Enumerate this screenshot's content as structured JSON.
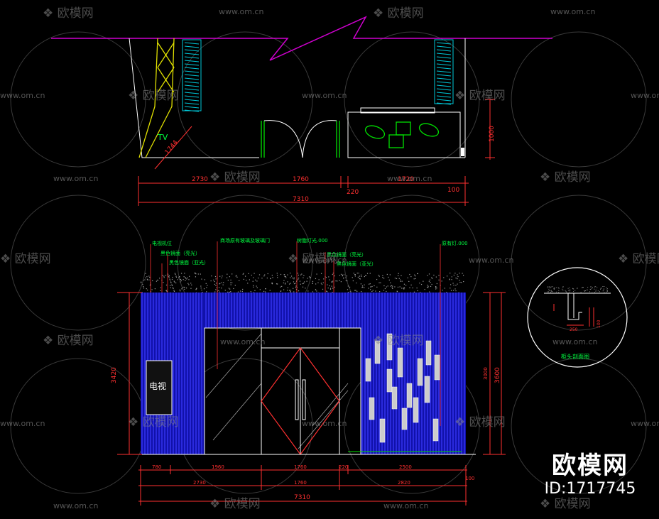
{
  "plan": {
    "tv_label": "TV",
    "diag_dim": "1744",
    "dims_top": [
      "2730",
      "1760",
      "1720"
    ],
    "dim_220": "220",
    "dim_100": "100",
    "dim_total": "7310",
    "dim_right": "1000"
  },
  "elevation": {
    "annotations": {
      "tv_position": "电视机位",
      "note_a": "黑色镜面（亮光）",
      "note_b": "黑色镜面（亚光）",
      "mall_door": "商场原有玻璃及玻璃门",
      "glass_strip": "树脂灯光.000",
      "note_c": "黑色镜面（亮光）",
      "note_d": "黑色镜面（亚光）",
      "light_box": "原有灯.000"
    },
    "tv_text": "电视",
    "left_height": "3420",
    "right_height": "3600",
    "right_inner": "3000",
    "dims_row1": [
      "780",
      "1960",
      "1760",
      "220",
      "2500"
    ],
    "dims_row2": [
      "2730",
      "1760",
      "2820"
    ],
    "dim_100": "100",
    "dim_total": "7310"
  },
  "detail": {
    "caption": "柜头剖面图",
    "dim_small": "250",
    "dim_side": "100"
  },
  "watermark": {
    "brand": "欧模网",
    "url": "www.om.cn"
  },
  "logo": {
    "name": "欧模网",
    "id": "ID:1717745"
  },
  "colors": {
    "background": "#000000",
    "dimension": "#ff3030",
    "annotation": "#00ff40",
    "panel_blue": "#1a1aff",
    "plan_line": "#ffffff",
    "cut_line": "#d000d0",
    "tv_wall": "#e0e000",
    "cyan": "#00c8d8"
  }
}
